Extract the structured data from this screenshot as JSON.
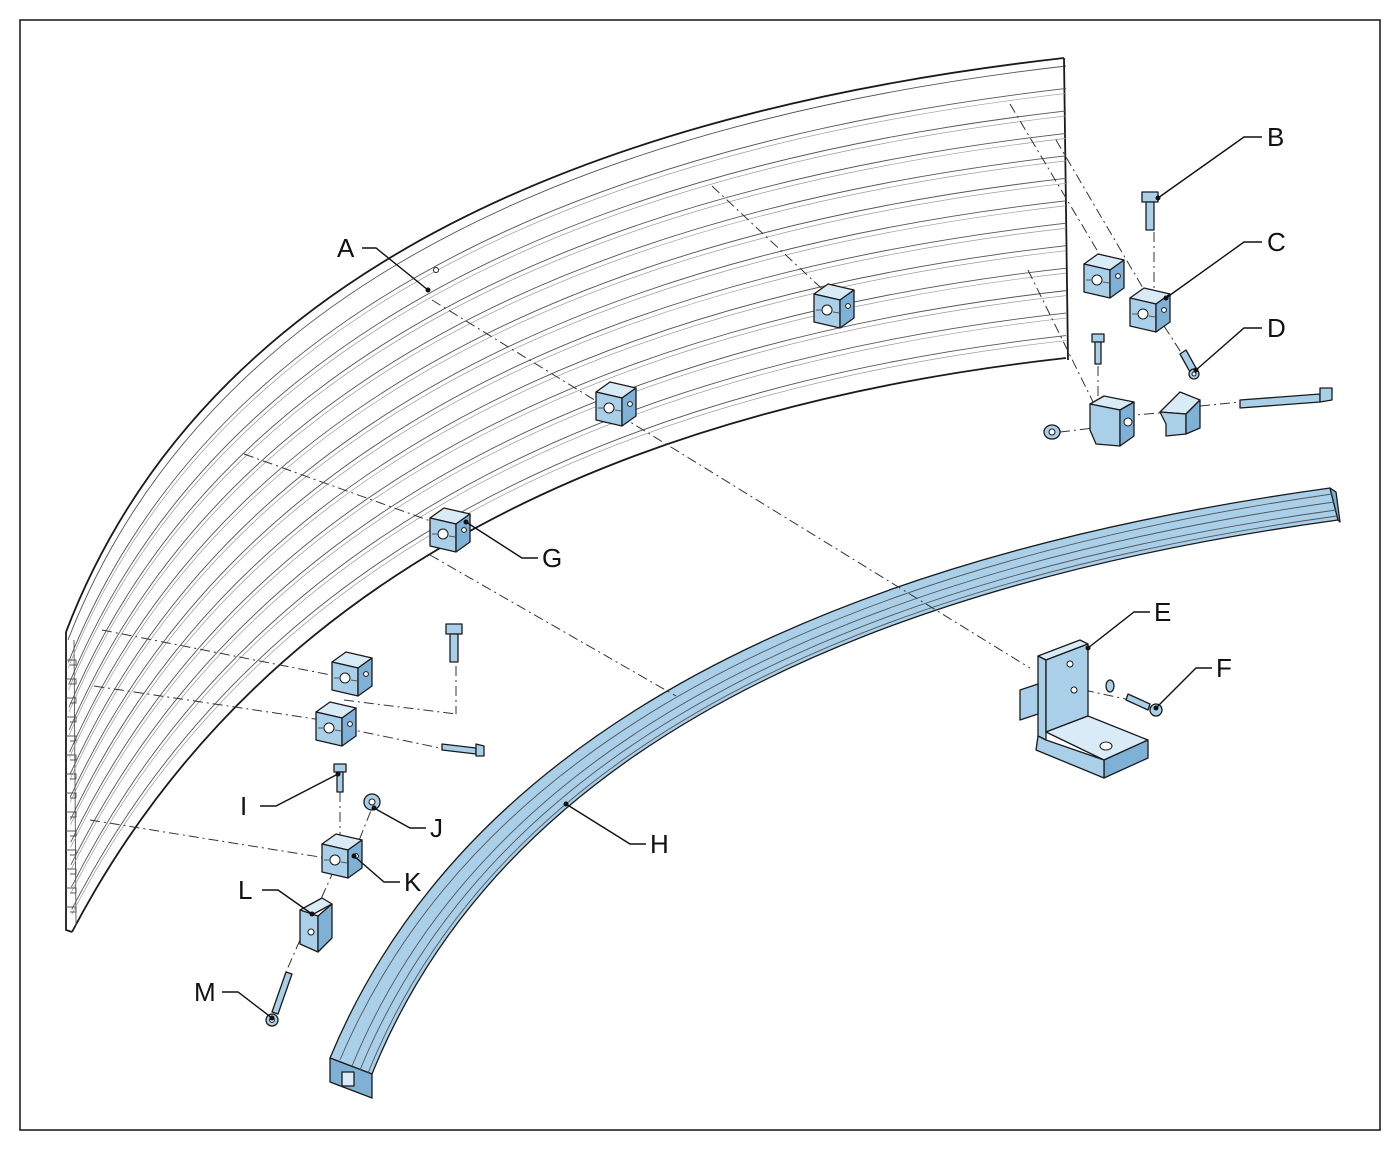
{
  "labels": {
    "A": "A",
    "B": "B",
    "C": "C",
    "D": "D",
    "E": "E",
    "F": "F",
    "G": "G",
    "H": "H",
    "I": "I",
    "J": "J",
    "K": "K",
    "L": "L",
    "M": "M"
  },
  "colors": {
    "part_fill": "#a9cfe9",
    "part_shade": "#7fb1d6",
    "line": "#1a1a1a",
    "background": "#ffffff"
  }
}
